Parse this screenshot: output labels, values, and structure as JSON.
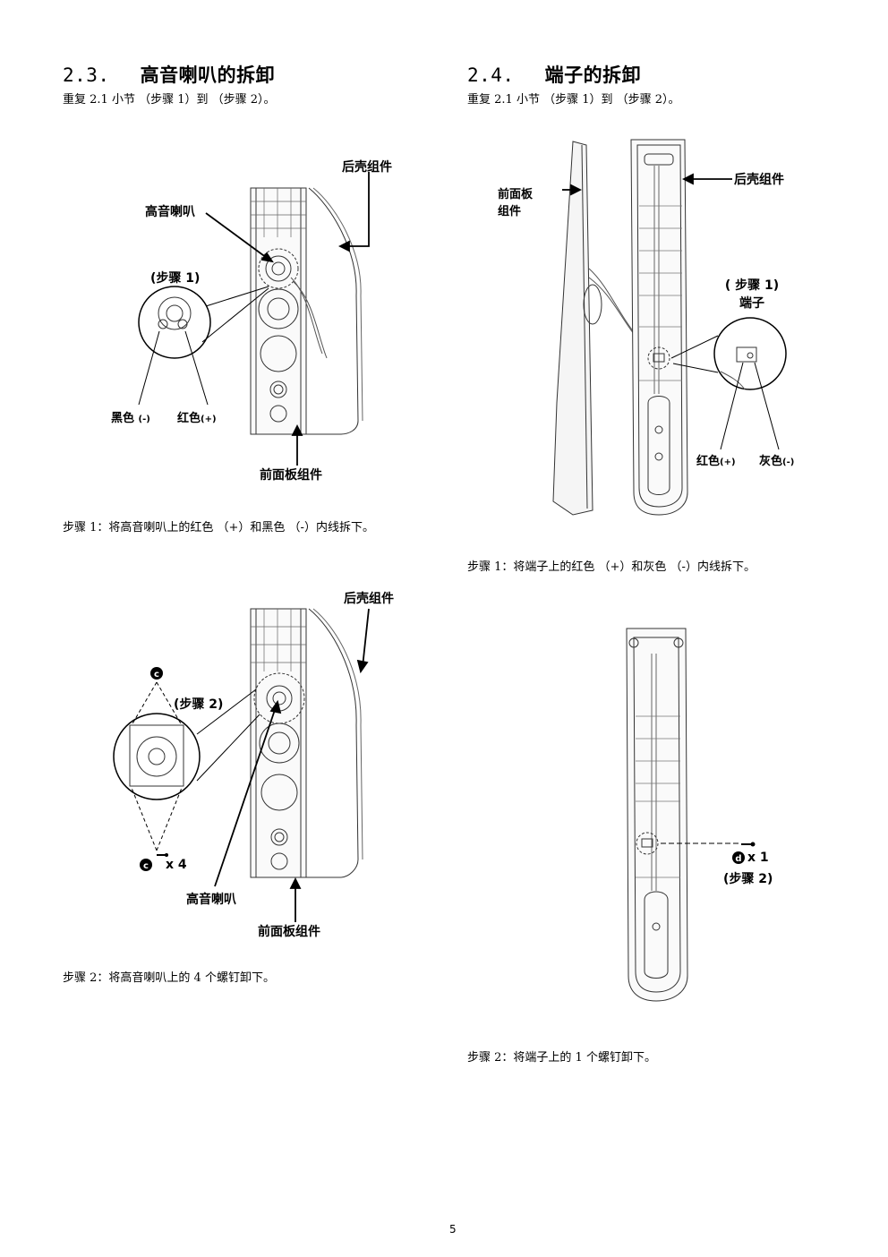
{
  "left": {
    "heading_number": "2.3.",
    "heading_title": "高音喇叭的拆卸",
    "repeat_note": "重复 2.1 小节 （步骤 1）到 （步骤 2）。",
    "fig1": {
      "label_rear_case": "后壳组件",
      "label_tweeter": "高音喇叭",
      "label_step": "(步骤 1)",
      "label_black": "黑色",
      "label_black_sign": "(-)",
      "label_red": "红色",
      "label_red_sign": "(+)",
      "label_front_panel": "前面板组件",
      "caption": "步骤 1：将高音喇叭上的红色 （+）和黑色 （-）内线拆下。"
    },
    "fig2": {
      "label_rear_case": "后壳组件",
      "label_screw_letter": "c",
      "label_step": "(步骤 2)",
      "label_screw_count": "x 4",
      "label_tweeter": "高音喇叭",
      "label_front_panel": "前面板组件",
      "caption": "步骤 2：将高音喇叭上的 4 个螺钉卸下。"
    }
  },
  "right": {
    "heading_number": "2.4.",
    "heading_title": "端子的拆卸",
    "repeat_note": "重复 2.1 小节 （步骤 1）到 （步骤 2）。",
    "fig1": {
      "label_front_panel_1": "前面板",
      "label_front_panel_2": "组件",
      "label_rear_case": "后壳组件",
      "label_step": "( 步骤 1)",
      "label_terminal": "端子",
      "label_red": "红色",
      "label_red_sign": "(+)",
      "label_gray": "灰色",
      "label_gray_sign": "(-)",
      "caption": "步骤 1：将端子上的红色 （+）和灰色 （-）内线拆下。"
    },
    "fig2": {
      "label_screw_letter": "d",
      "label_screw_count": "x 1",
      "label_step": "(步骤 2)",
      "caption": "步骤 2：将端子上的 1 个螺钉卸下。"
    }
  },
  "page_number": "5"
}
